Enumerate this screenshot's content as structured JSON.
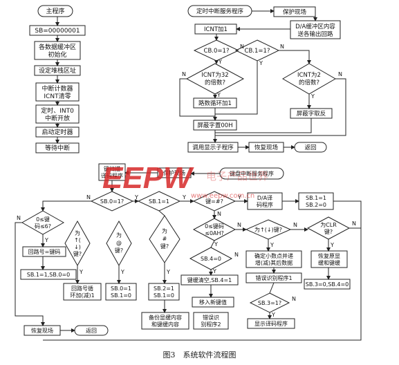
{
  "caption": "图3　系统软件流程图",
  "watermark": {
    "logo_text": "EEPW",
    "site_text": "电子产品世界",
    "url_text": "www.eepw.com.cn",
    "color": "#d62828"
  },
  "colors": {
    "line": "#222222",
    "box_fill": "#ffffff",
    "text": "#111111"
  },
  "main": {
    "start": "主程序",
    "sb_init": "SB=00000001",
    "buf_init_1": "各数据缓冲区",
    "buf_init_2": "初始化",
    "stack": "设定堆栈区址",
    "icnt_1": "中断计数器",
    "icnt_2": "ICNT清零",
    "int_1": "定时、INT0",
    "int_2": "中断开放",
    "timer": "启动定时器",
    "wait": "等待中断"
  },
  "timer_isr": {
    "title": "定时中断服务程序",
    "protect": "保护现场",
    "da_1": "D/A缓冲区内容",
    "da_2": "送各输出回路",
    "icnt_inc": "ICNT加1",
    "cb0": "CB.0=1?",
    "cb1": "CB.1=1?",
    "mult32_1": "ICNT为32",
    "mult32_2": "的倍数?",
    "mult2_1": "ICNT为2",
    "mult2_2": "的倍数?",
    "loop_add": "路数循环加1",
    "mask_inv": "屏蔽字取反",
    "mask_set": "屏蔽字置00H",
    "call_disp": "调用显示子程序",
    "restore": "恢复现场",
    "ret": "返回"
  },
  "kb_isr": {
    "scan_1": "键扫描",
    "scan_2": "译码程序",
    "protect": "保护现场",
    "title": "键盘中断服务程序",
    "sb0": "SB.0=1?",
    "sb1": "SB.1=1",
    "key_hash": "键=#?",
    "da_decode_1": "D/A译",
    "da_decode_2": "码程序",
    "sb_set_1": "SB.1=1",
    "sb_set_2": "SB.2=0",
    "range6_1": "0≤键",
    "range6_2": "码≤6?",
    "updown_1": "为",
    "updown_2": "↑(",
    "updown_3": "↓)",
    "updown_4": "键?",
    "at_1": "为",
    "at_2": "@",
    "at_3": "键?",
    "hash_1": "为",
    "hash_2": "#",
    "hash_3": "键?",
    "range0a_1": "0≤键码",
    "range0a_2": "≤0AH?",
    "updown_b": "为↑(↓)键?",
    "clr_1": "为CLR",
    "clr_2": "键?",
    "loop_eq": "回路号=键码",
    "sb_10": "SB.1=1,SB.0=0",
    "loop_cycle_1": "回路号循",
    "loop_cycle_2": "环加(减)1",
    "sb0_1a": "SB.0=1",
    "sb0_1b": "SB.1=0",
    "sb2_1a": "SB.2=1",
    "sb2_1b": "SB.1=0",
    "backup_1": "备份显缓内容",
    "backup_2": "和键缓内容",
    "sb4": "SB.4=0",
    "kb_clear": "键缓清空,SB.4=1",
    "move_in": "移入新键值",
    "err2_1": "错误识",
    "err2_2": "别程序2",
    "decimal_1": "确定小数点并递",
    "decimal_2": "增(减)其后数据",
    "err1": "错误识别程序1",
    "sb3": "SB.3=1?",
    "show_decode": "显示译码程序",
    "restore_disp_1": "恢复原显",
    "restore_disp_2": "缓和键缓",
    "sb_zero": "SB.3=0,SB.4=0",
    "restore": "恢复现场",
    "ret": "返回"
  },
  "labels": {
    "yes": "Y",
    "no": "N"
  }
}
